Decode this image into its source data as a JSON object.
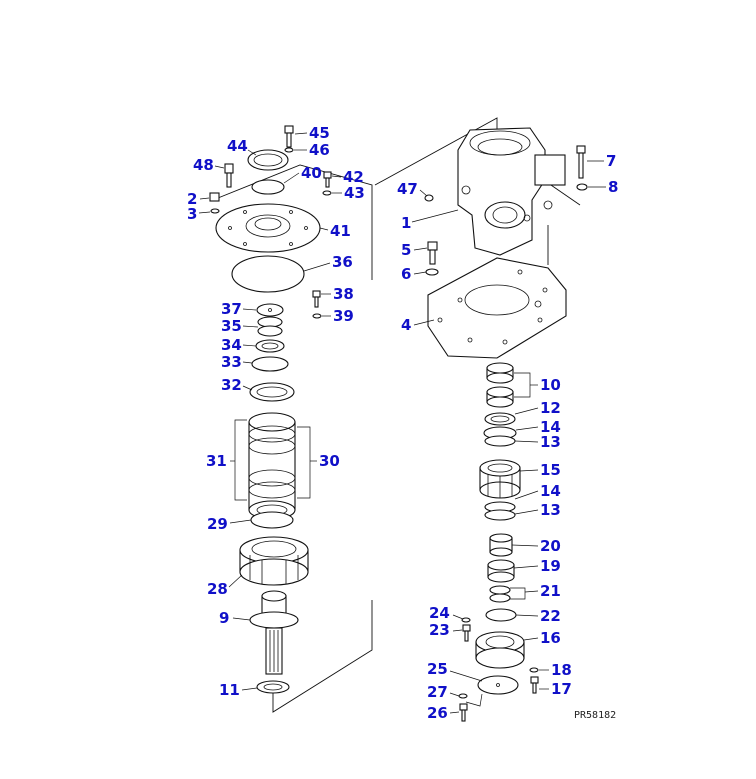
{
  "diagram": {
    "code": "PR58182",
    "labels": [
      {
        "id": "l45",
        "text": "45"
      },
      {
        "id": "l46",
        "text": "46"
      },
      {
        "id": "l44",
        "text": "44"
      },
      {
        "id": "l48",
        "text": "48"
      },
      {
        "id": "l40",
        "text": "40"
      },
      {
        "id": "l42",
        "text": "42"
      },
      {
        "id": "l43",
        "text": "43"
      },
      {
        "id": "l2",
        "text": "2"
      },
      {
        "id": "l3",
        "text": "3"
      },
      {
        "id": "l41",
        "text": "41"
      },
      {
        "id": "l36",
        "text": "36"
      },
      {
        "id": "l38",
        "text": "38"
      },
      {
        "id": "l37",
        "text": "37"
      },
      {
        "id": "l39",
        "text": "39"
      },
      {
        "id": "l35",
        "text": "35"
      },
      {
        "id": "l34",
        "text": "34"
      },
      {
        "id": "l33",
        "text": "33"
      },
      {
        "id": "l32",
        "text": "32"
      },
      {
        "id": "l31",
        "text": "31"
      },
      {
        "id": "l30",
        "text": "30"
      },
      {
        "id": "l29",
        "text": "29"
      },
      {
        "id": "l28",
        "text": "28"
      },
      {
        "id": "l9",
        "text": "9"
      },
      {
        "id": "l11",
        "text": "11"
      },
      {
        "id": "l7",
        "text": "7"
      },
      {
        "id": "l47",
        "text": "47"
      },
      {
        "id": "l8",
        "text": "8"
      },
      {
        "id": "l1",
        "text": "1"
      },
      {
        "id": "l5",
        "text": "5"
      },
      {
        "id": "l6",
        "text": "6"
      },
      {
        "id": "l4",
        "text": "4"
      },
      {
        "id": "l10",
        "text": "10"
      },
      {
        "id": "l12",
        "text": "12"
      },
      {
        "id": "l14a",
        "text": "14"
      },
      {
        "id": "l13a",
        "text": "13"
      },
      {
        "id": "l15",
        "text": "15"
      },
      {
        "id": "l14b",
        "text": "14"
      },
      {
        "id": "l13b",
        "text": "13"
      },
      {
        "id": "l20",
        "text": "20"
      },
      {
        "id": "l19",
        "text": "19"
      },
      {
        "id": "l21",
        "text": "21"
      },
      {
        "id": "l24",
        "text": "24"
      },
      {
        "id": "l22",
        "text": "22"
      },
      {
        "id": "l23",
        "text": "23"
      },
      {
        "id": "l16",
        "text": "16"
      },
      {
        "id": "l25",
        "text": "25"
      },
      {
        "id": "l18",
        "text": "18"
      },
      {
        "id": "l27",
        "text": "27"
      },
      {
        "id": "l17",
        "text": "17"
      },
      {
        "id": "l26",
        "text": "26"
      }
    ]
  }
}
